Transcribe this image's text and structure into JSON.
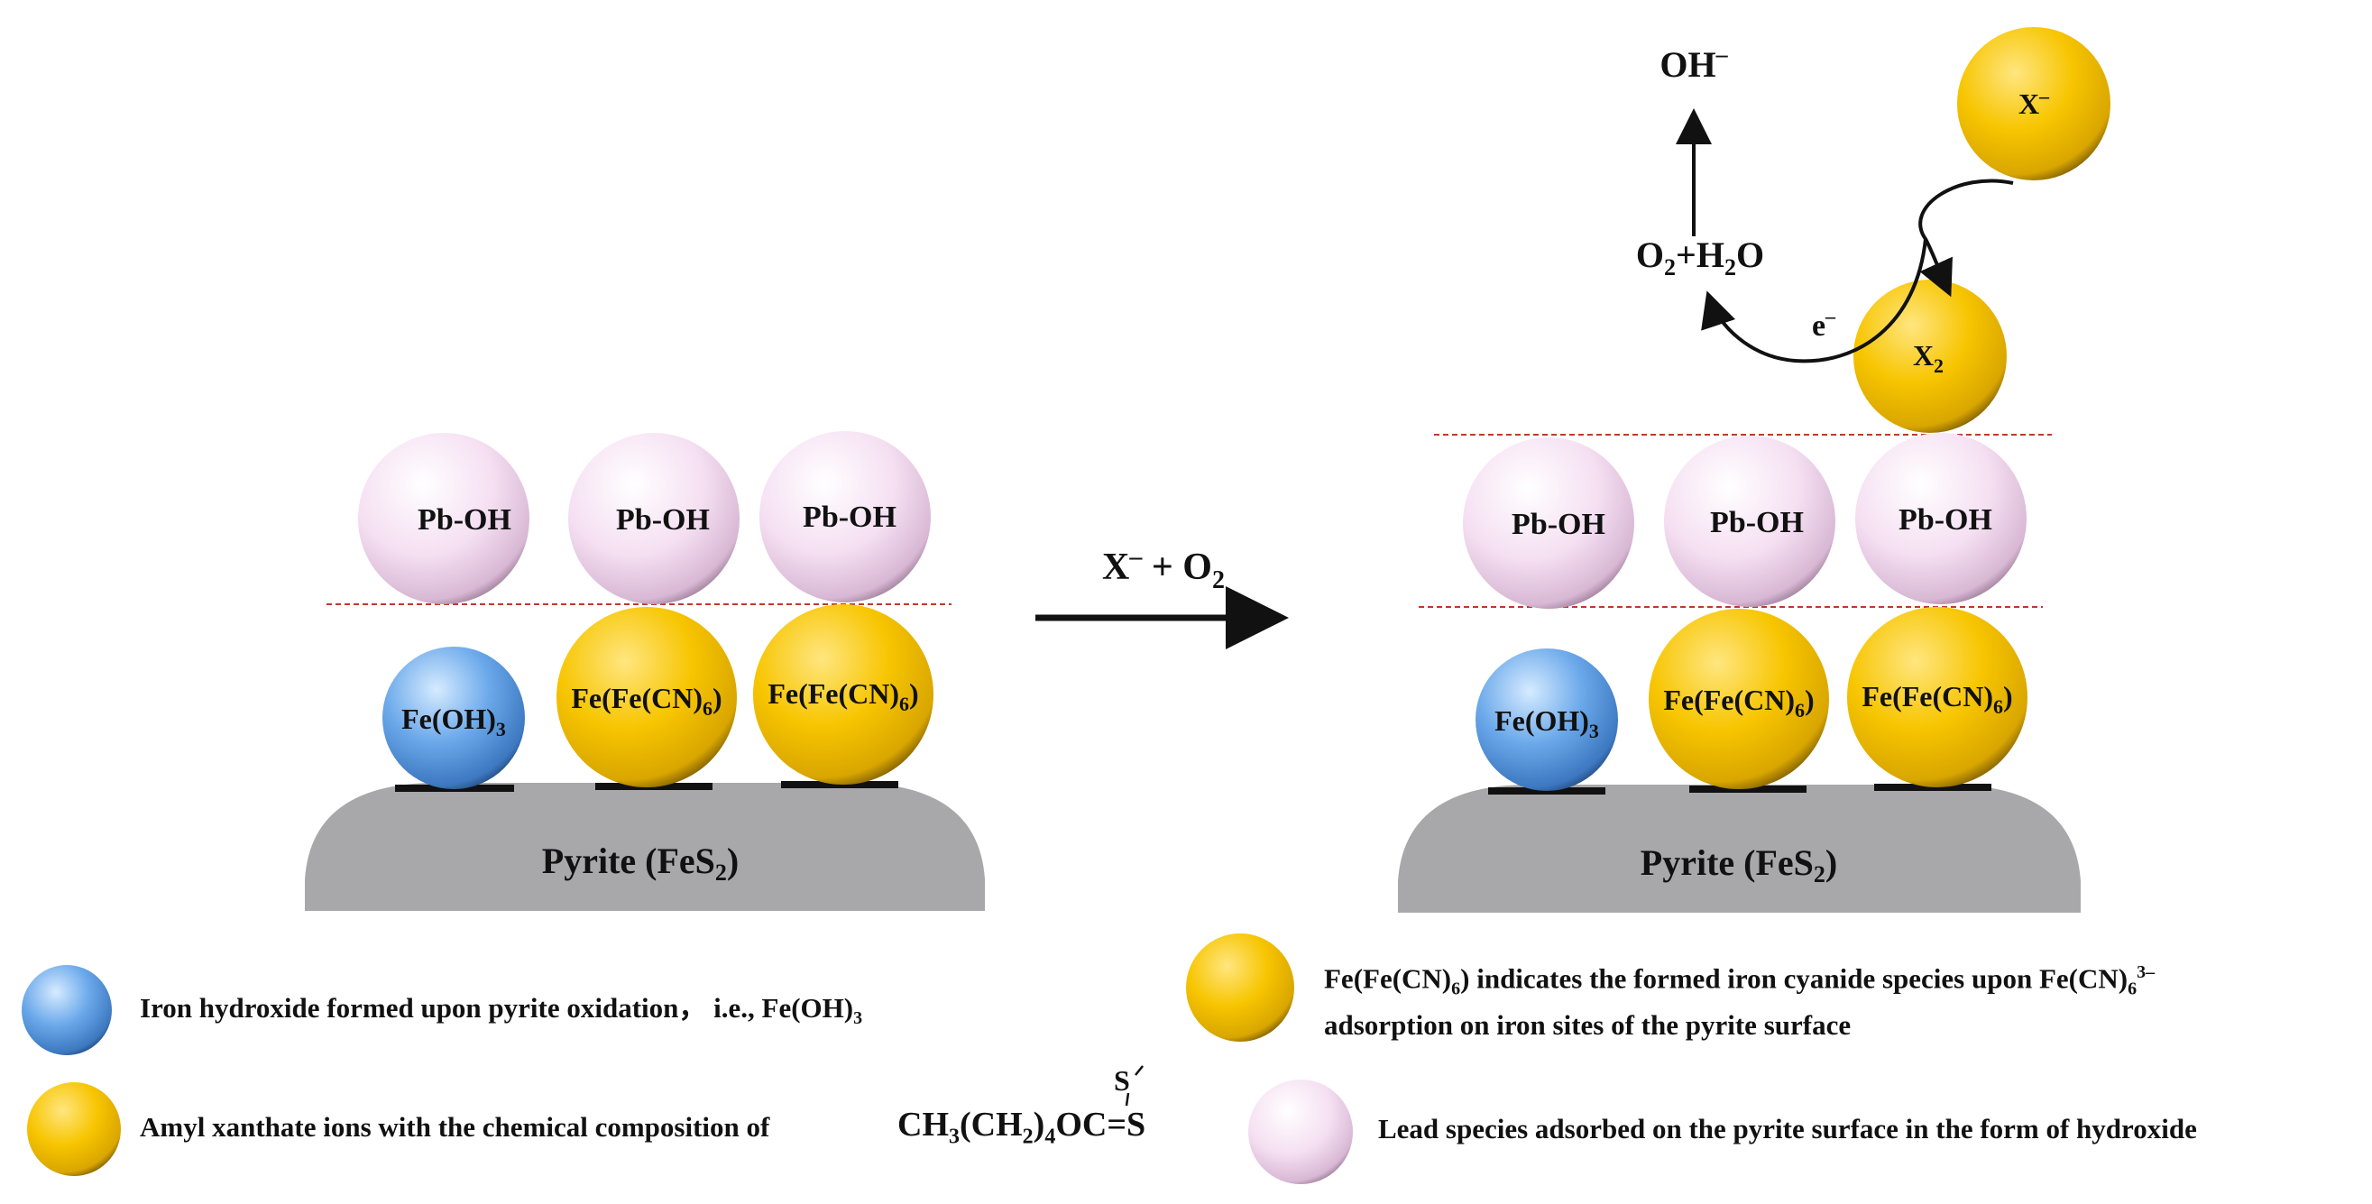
{
  "colors": {
    "pink": "#f2d9ef",
    "gold": "#f7c500",
    "blue": "#5b9be0",
    "pyrite": "#a8a8aa",
    "dashed": "#c0392b"
  },
  "left_panel": {
    "pb_labels": [
      "Pb-OH",
      "Pb-OH",
      "Pb-OH"
    ],
    "feoh_label": "Fe(OH)3",
    "feoh_base": "Fe(OH)",
    "feoh_sub": "3",
    "fecn_base": "Fe(Fe(CN)",
    "fecn_sub": "6",
    "fecn_close": ")",
    "pyrite_base": "Pyrite (FeS",
    "pyrite_sub": "2",
    "pyrite_close": ")"
  },
  "arrow": {
    "label_x": "X",
    "label_minus": "–",
    "label_plus": " + O",
    "label_sub": "2"
  },
  "right_panel": {
    "pb_labels": [
      "Pb-OH",
      "Pb-OH",
      "Pb-OH"
    ],
    "oh_label": "OH",
    "oh_sup": "–",
    "o2_base": "O",
    "o2_sub": "2",
    "plus_h": "+H",
    "h_sub": "2",
    "o_end": "O",
    "electron": "e",
    "electron_sup": "–",
    "xion": "X",
    "xion_sup": "–",
    "x2": "X",
    "x2_sub": "2"
  },
  "legend": {
    "iron_hydroxide": "Iron hydroxide formed upon pyrite oxidation， i.e., Fe(OH)",
    "iron_hydroxide_sub": "3",
    "iron_cyanide_1a": "Fe(Fe(CN)",
    "iron_cyanide_1b": "6",
    "iron_cyanide_1c": ") indicates the formed iron cyanide species upon Fe(CN)",
    "iron_cyanide_1d": "6",
    "iron_cyanide_1e": "3–",
    "iron_cyanide_2": "adsorption on iron sites of the pyrite surface",
    "xanthate": "Amyl xanthate ions with the chemical composition of",
    "formula_a": "CH",
    "formula_b": "3",
    "formula_c": "(CH",
    "formula_d": "2",
    "formula_e": ")",
    "formula_f": "4",
    "formula_g": "OC=S",
    "formula_s": "S",
    "lead": "Lead species adsorbed on the pyrite surface in the form of hydroxide"
  }
}
